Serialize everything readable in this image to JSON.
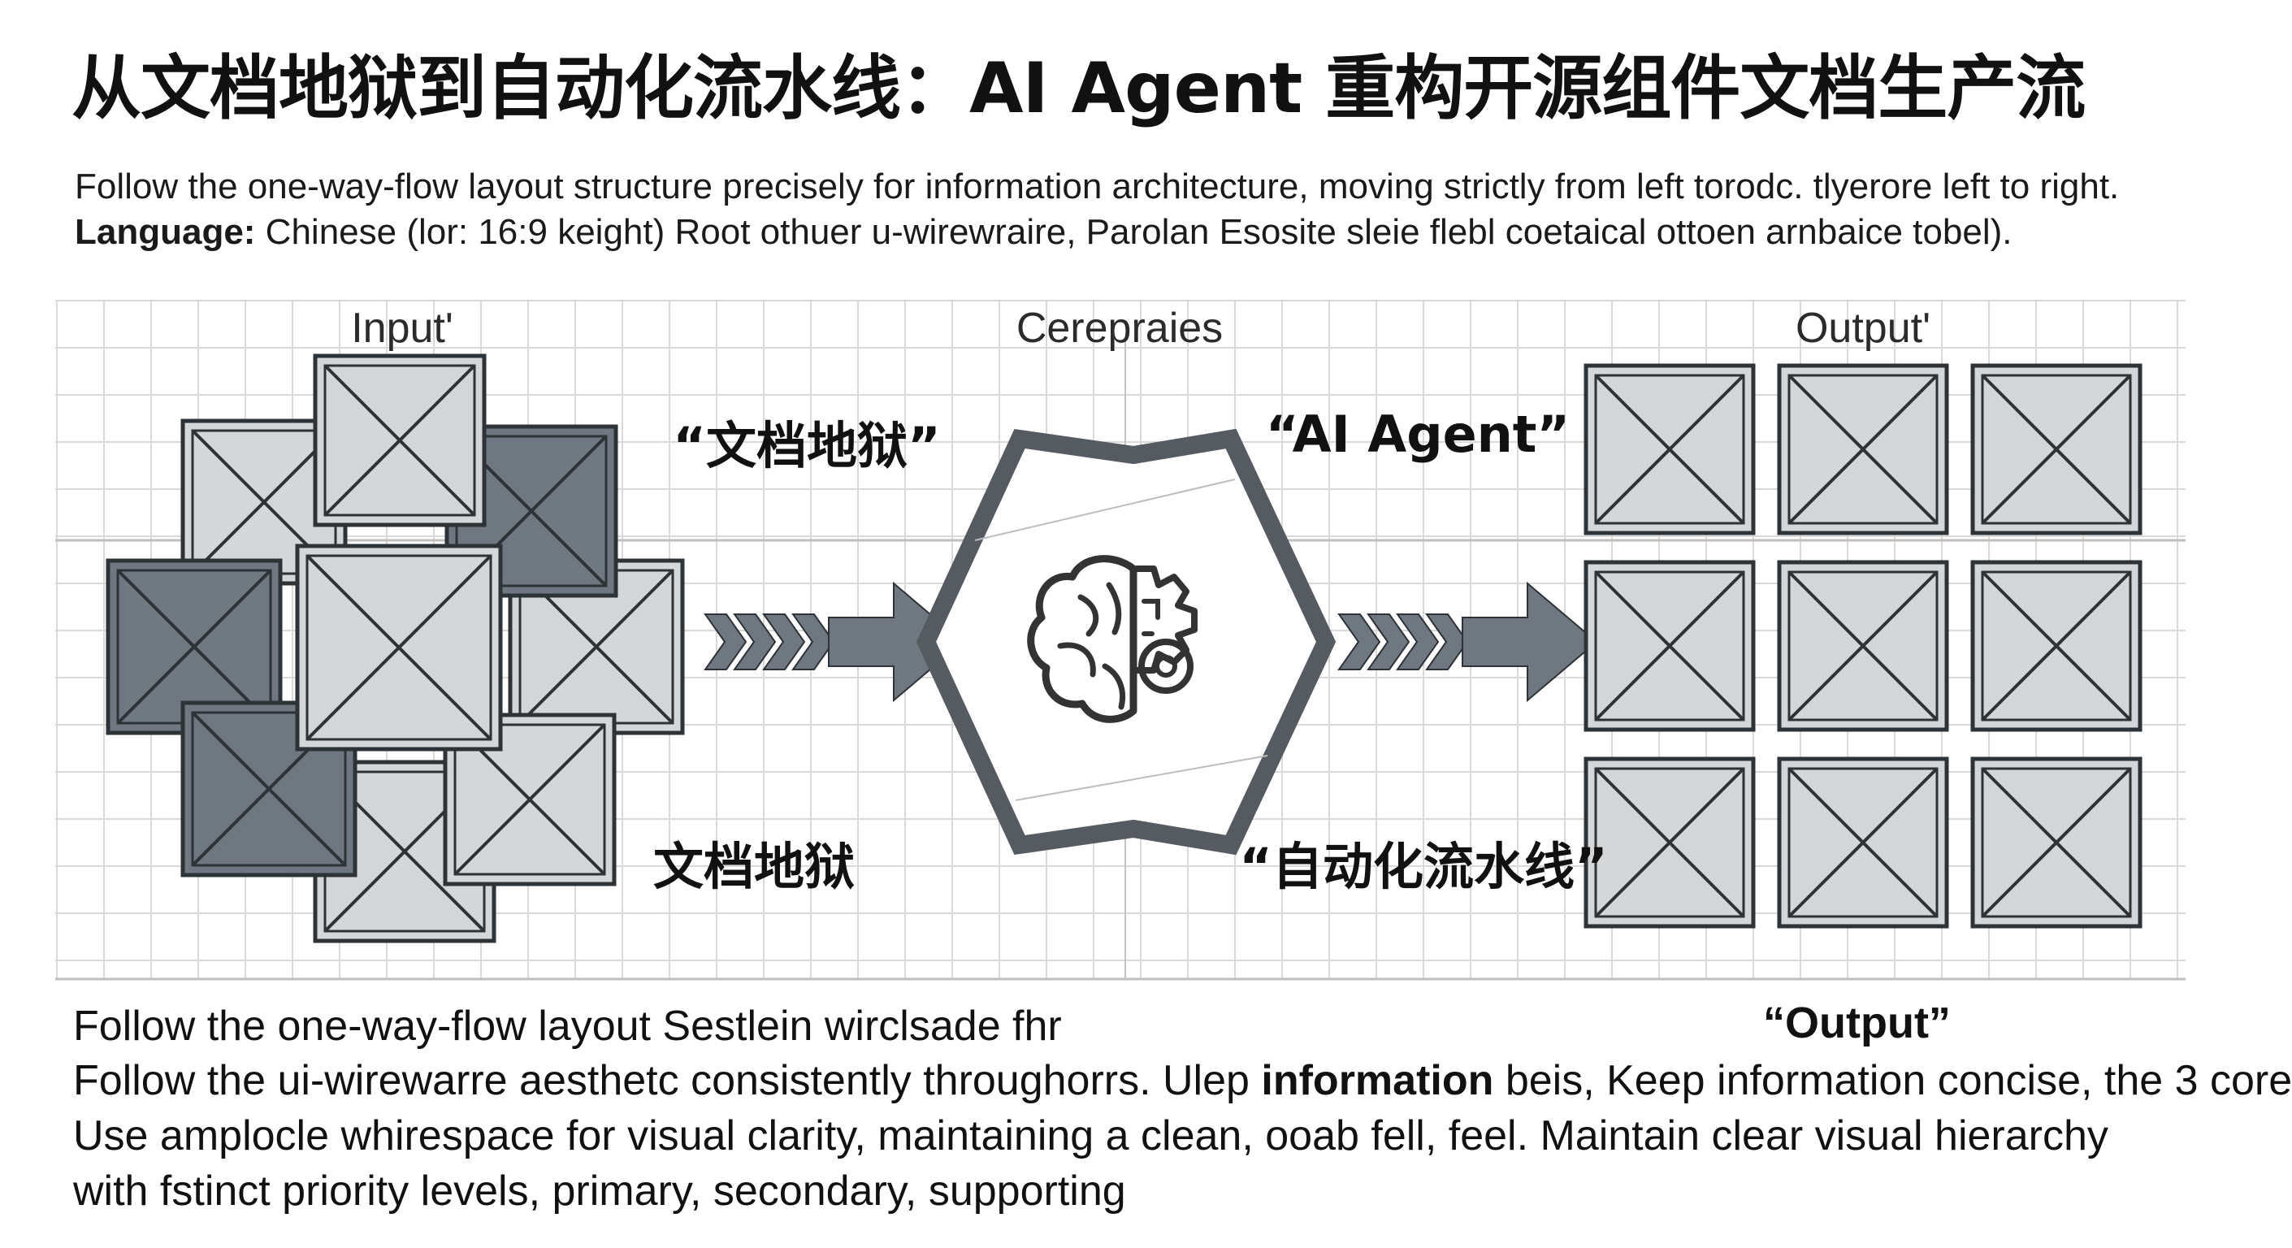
{
  "title": "从文档地狱到自动化流水线：AI Agent 重构开源组件文档生产流",
  "subtitle": {
    "line1": "Follow the one-way-flow layout structure precisely for information architecture, moving strictly from left torodc. tlyerore left to right.",
    "line2_label": "Language:",
    "line2_text": " Chinese (lor: 16:9  keight)  Root othuer u-wirewraire, Parolan Esosite sleie flebl coetaical ottoen arnbaice tobel)."
  },
  "columns": {
    "input": "Input'",
    "center": "Cerepraies",
    "output": "Output'"
  },
  "flow_labels": {
    "doc_hell_quoted": "“文档地狱”",
    "ai_agent": "“AI Agent”",
    "doc_hell": "文档地狱",
    "pipeline": "“自动化流水线”"
  },
  "icons": {
    "center": "brain-gear-icon",
    "tile": "placeholder-cross-icon",
    "arrow": "chevron-arrow-icon"
  },
  "colors": {
    "dark_tile": "#6f7780",
    "light_tile": "#d5d6d8",
    "stroke": "#2e3338",
    "arrow": "#6f7780",
    "grid": "#d9d9d9"
  },
  "footer": {
    "line1": "Follow the one-way-flow layout Sestlein wirclsade fhr",
    "output_quote": "“Output”",
    "line2_a": "Follow the ui-wirewarre aesthetc consistently throughorrs. Ulep ",
    "line2_bold": "information",
    "line2_b": " beis, Keep information concise, the 3 core",
    "line3": "Use amplocle whirespace for visual clarity, maintaining a clean, ooab fell, feel. Maintain clear visual hierarchy",
    "line4": "with fstinct priority levels, primary, secondary, supporting"
  }
}
